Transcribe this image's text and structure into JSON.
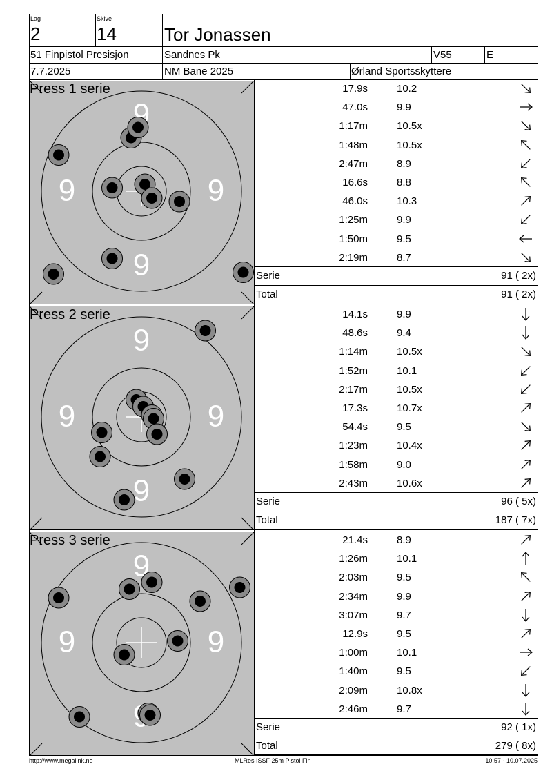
{
  "header": {
    "lag_label": "Lag",
    "lag_value": "2",
    "skive_label": "Skive",
    "skive_value": "14",
    "shooter_name": "Tor Jonassen",
    "event": "51 Finpistol Presisjon",
    "club": "Sandnes Pk",
    "class": "V55",
    "category": "E",
    "date": "7.7.2025",
    "venue": "NM Bane 2025",
    "organizer": "Ørland Sportsskyttere"
  },
  "target_ring_label": "9",
  "series": [
    {
      "title": "Press 1 serie",
      "shots": [
        {
          "time": "17.9s",
          "score": "10.2",
          "dir": "down-right",
          "x": -1.7,
          "y": 0.2
        },
        {
          "time": "47.0s",
          "score": "9.9",
          "dir": "right",
          "x": -0.6,
          "y": 3.1
        },
        {
          "time": "1:17m",
          "score": "10.5x",
          "dir": "down-right",
          "x": 0.2,
          "y": 0.4
        },
        {
          "time": "1:48m",
          "score": "10.5x",
          "dir": "up-left",
          "x": 0.6,
          "y": -0.4
        },
        {
          "time": "2:47m",
          "score": "8.9",
          "dir": "down-left",
          "x": -1.7,
          "y": -3.9
        },
        {
          "time": "16.6s",
          "score": "8.8",
          "dir": "up-left",
          "x": 2.2,
          "y": -0.6
        },
        {
          "time": "46.0s",
          "score": "10.3",
          "dir": "up-right",
          "x": -0.2,
          "y": 3.7
        },
        {
          "time": "1:25m",
          "score": "9.9",
          "dir": "down-left",
          "x": -5.1,
          "y": -4.8
        },
        {
          "time": "1:50m",
          "score": "9.5",
          "dir": "left",
          "x": -4.8,
          "y": 2.1
        },
        {
          "time": "2:19m",
          "score": "8.7",
          "dir": "down-right",
          "x": 5.9,
          "y": -4.7
        }
      ],
      "serie_label": "Serie",
      "serie_value": "91 ( 2x)",
      "total_label": "Total",
      "total_value": "91 ( 2x)"
    },
    {
      "title": "Press 2 serie",
      "shots": [
        {
          "time": "14.1s",
          "score": "9.9",
          "dir": "down",
          "x": -0.3,
          "y": 1.0
        },
        {
          "time": "48.6s",
          "score": "9.4",
          "dir": "down",
          "x": 3.7,
          "y": 5.0
        },
        {
          "time": "1:14m",
          "score": "10.5x",
          "dir": "down-right",
          "x": 0.1,
          "y": 0.6
        },
        {
          "time": "1:52m",
          "score": "10.1",
          "dir": "down-left",
          "x": 0.6,
          "y": 0.1
        },
        {
          "time": "2:17m",
          "score": "10.5x",
          "dir": "down-left",
          "x": 0.7,
          "y": -0.1
        },
        {
          "time": "17.3s",
          "score": "10.7x",
          "dir": "up-right",
          "x": 0.9,
          "y": -1.0
        },
        {
          "time": "54.4s",
          "score": "9.5",
          "dir": "down-right",
          "x": -2.3,
          "y": -0.9
        },
        {
          "time": "1:23m",
          "score": "10.4x",
          "dir": "up-right",
          "x": -2.4,
          "y": -2.3
        },
        {
          "time": "1:58m",
          "score": "9.0",
          "dir": "up-right",
          "x": 2.5,
          "y": -3.6
        },
        {
          "time": "2:43m",
          "score": "10.6x",
          "dir": "up-right",
          "x": -1.0,
          "y": -4.8
        }
      ],
      "serie_label": "Serie",
      "serie_value": "96 ( 5x)",
      "total_label": "Total",
      "total_value": "187 ( 7x)"
    },
    {
      "title": "Press 3 serie",
      "shots": [
        {
          "time": "21.4s",
          "score": "8.9",
          "dir": "up-right",
          "x": -4.8,
          "y": 2.6
        },
        {
          "time": "1:26m",
          "score": "10.1",
          "dir": "up",
          "x": -0.7,
          "y": 3.1
        },
        {
          "time": "2:03m",
          "score": "9.5",
          "dir": "up-left",
          "x": 0.6,
          "y": 3.5
        },
        {
          "time": "2:34m",
          "score": "9.9",
          "dir": "up-right",
          "x": 3.4,
          "y": 2.4
        },
        {
          "time": "3:07m",
          "score": "9.7",
          "dir": "down",
          "x": 2.1,
          "y": 0.1
        },
        {
          "time": "12.9s",
          "score": "9.5",
          "dir": "up-right",
          "x": 5.7,
          "y": 3.2
        },
        {
          "time": "1:00m",
          "score": "10.1",
          "dir": "right",
          "x": -1.0,
          "y": -0.7
        },
        {
          "time": "1:40m",
          "score": "9.5",
          "dir": "down-left",
          "x": -3.6,
          "y": -4.3
        },
        {
          "time": "2:09m",
          "score": "10.8x",
          "dir": "down",
          "x": 0.4,
          "y": -4.1
        },
        {
          "time": "2:46m",
          "score": "9.7",
          "dir": "down",
          "x": 0.5,
          "y": -4.2
        }
      ],
      "serie_label": "Serie",
      "serie_value": "92 ( 1x)",
      "total_label": "Total",
      "total_value": "279 ( 8x)"
    }
  ],
  "footer": {
    "website": "http://www.megalink.no",
    "software": "MLRes ISSF 25m Pistol Fin",
    "timestamp": "10:57 - 10.07.2025"
  }
}
